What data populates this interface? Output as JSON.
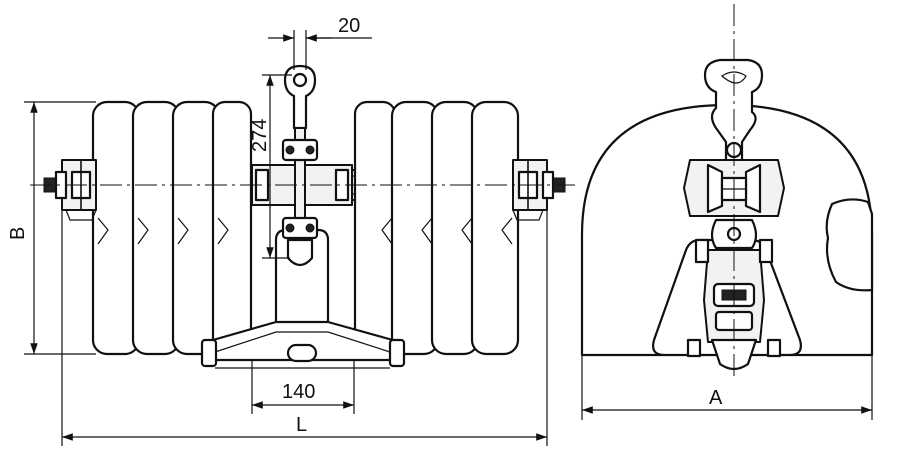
{
  "dimensions": {
    "gap_width": "20",
    "link_length": "274",
    "height": "B",
    "base_width": "140",
    "total_length": "L",
    "side_width": "A"
  }
}
